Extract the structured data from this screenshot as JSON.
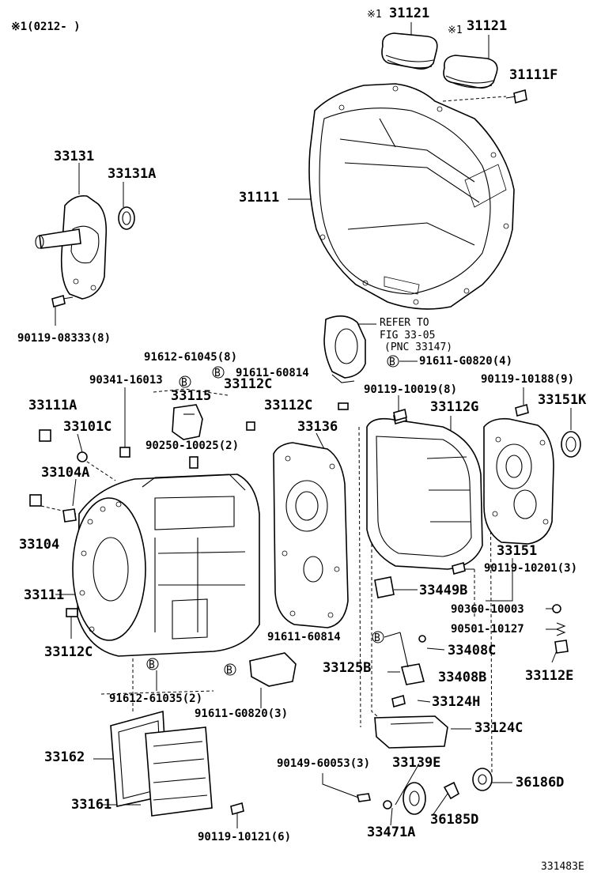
{
  "diagram": {
    "note_top": "※1(0212-      )",
    "refer": [
      "REFER TO",
      "FIG 33-05",
      "(PNC 33147)"
    ],
    "bottom_code": "331483E",
    "marker": "B",
    "labels": {
      "p31121a": "31121",
      "p31121a_mark": "※1",
      "p31121b": "31121",
      "p31121b_mark": "※1",
      "p31111F": "31111F",
      "p31111top": "31111",
      "p33131": "33131",
      "p33131A": "33131A",
      "p90119_08333": "90119-08333(8)",
      "p91612_61045": "91612-61045(8)",
      "p90341_16013": "90341-16013",
      "p91611_60814a": "91611-60814",
      "p33115": "33115",
      "p33112Ca": "33112C",
      "p33112Cb": "33112C",
      "p91611_G0820_4": "91611-G0820(4)",
      "p90119_10019": "90119-10019(8)",
      "p90119_10188": "90119-10188(9)",
      "p33151K": "33151K",
      "p33111A": "33111A",
      "p33101C": "33101C",
      "p90250_10025": "90250-10025(2)",
      "p33136": "33136",
      "p33112G": "33112G",
      "p33104A": "33104A",
      "p33104": "33104",
      "p33151": "33151",
      "p90119_10201": "90119-10201(3)",
      "p33111": "33111",
      "p33449B": "33449B",
      "p90360_10003": "90360-10003",
      "p90501_10127": "90501-10127",
      "p33112Cc": "33112C",
      "p91611_60814b": "91611-60814",
      "p33408C": "33408C",
      "p33112E": "33112E",
      "p33125B": "33125B",
      "p33408B": "33408B",
      "p91612_61035": "91612-61035(2)",
      "p33124H": "33124H",
      "p91611_G0820_3": "91611-G0820(3)",
      "p33124C": "33124C",
      "p33162": "33162",
      "p90149_60053": "90149-60053(3)",
      "p33139E": "33139E",
      "p36186D": "36186D",
      "p33161": "33161",
      "p36185D": "36185D",
      "p90119_10121": "90119-10121(6)",
      "p33471A": "33471A"
    }
  }
}
